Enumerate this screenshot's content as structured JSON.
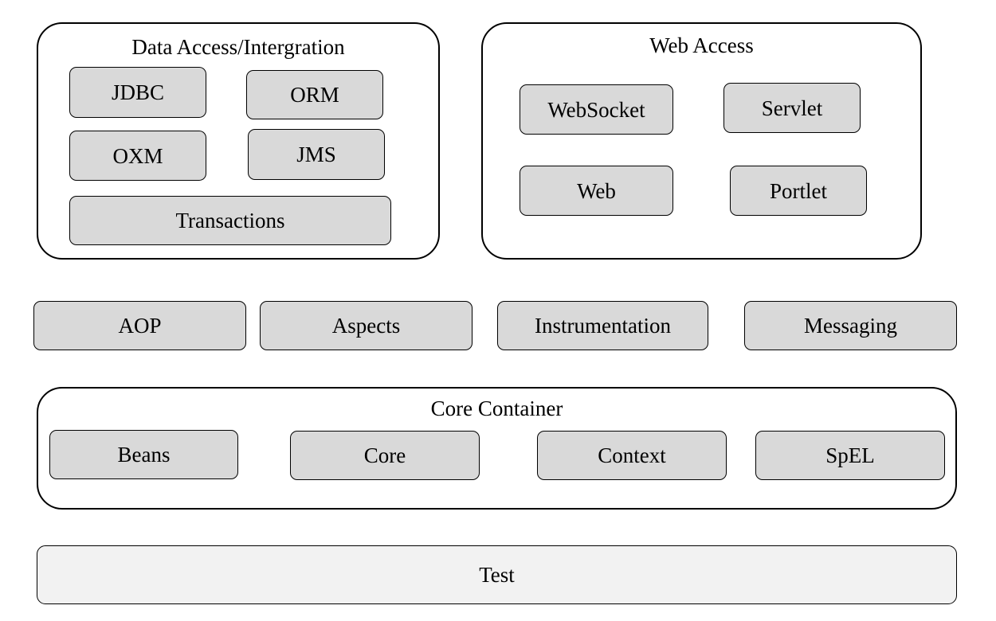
{
  "data_access": {
    "title": "Data Access/Intergration",
    "modules": [
      "JDBC",
      "ORM",
      "OXM",
      "JMS",
      "Transactions"
    ]
  },
  "web_access": {
    "title": "Web Access",
    "modules": [
      "WebSocket",
      "Servlet",
      "Web",
      "Portlet"
    ]
  },
  "middle_row": {
    "modules": [
      "AOP",
      "Aspects",
      "Instrumentation",
      "Messaging"
    ]
  },
  "core_container": {
    "title": "Core Container",
    "modules": [
      "Beans",
      "Core",
      "Context",
      "SpEL"
    ]
  },
  "test": {
    "label": "Test"
  },
  "colors": {
    "module_fill": "#d9d9d9",
    "test_fill": "#f2f2f2",
    "border": "#000000",
    "background": "#ffffff"
  }
}
